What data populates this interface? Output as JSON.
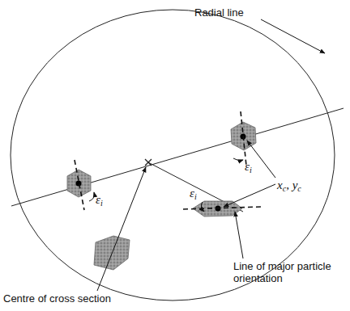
{
  "diagram": {
    "labels": [
      "Radial line",
      "xc, yc",
      "εi",
      "εi",
      "εi",
      "Line of major particle orientation",
      "Centre of cross section"
    ]
  }
}
